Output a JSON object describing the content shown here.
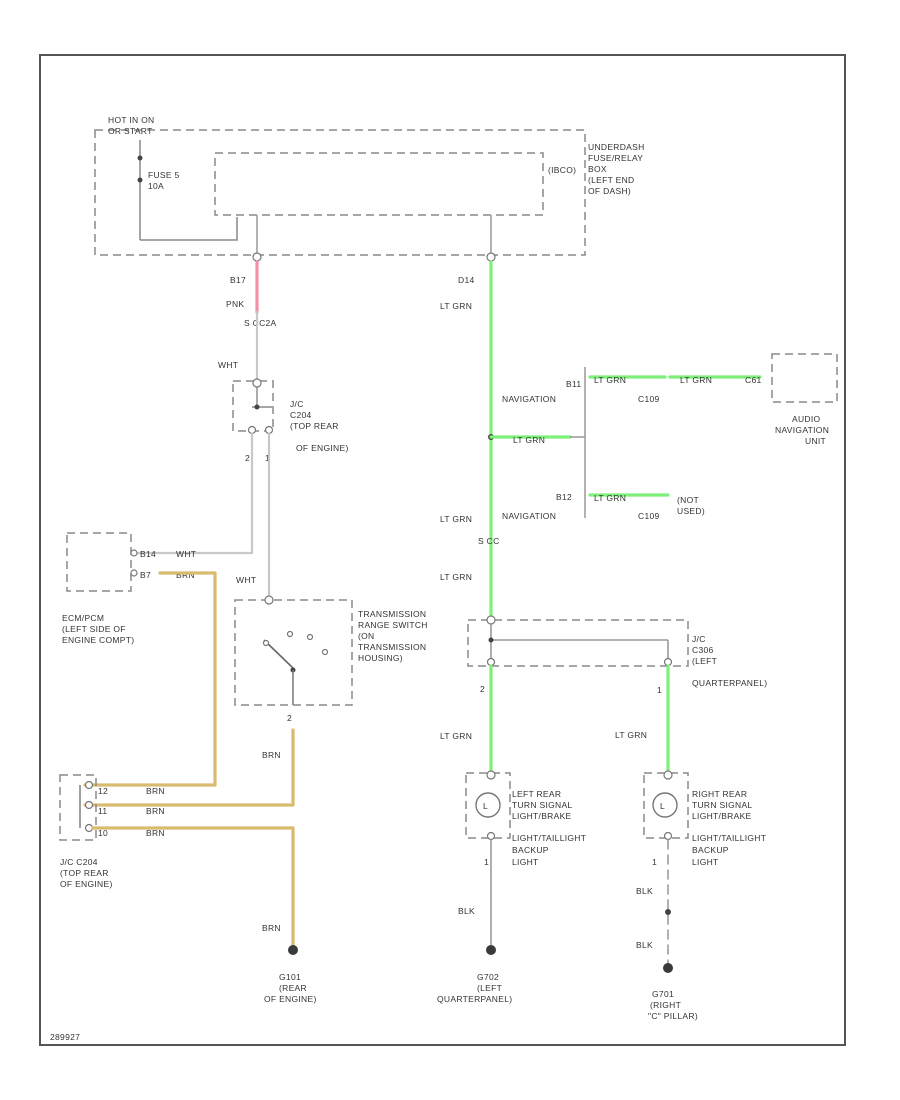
{
  "diagram": {
    "footer_code": "289927",
    "fuse_box": {
      "hot_label": [
        "HOT IN ON",
        "OR START"
      ],
      "fuse_label": [
        "FUSE 5",
        "10A"
      ],
      "ref": "(IBCO)",
      "name": [
        "UNDERDASH",
        "FUSE/RELAY",
        "BOX",
        "(LEFT END",
        "OF DASH)"
      ]
    },
    "left_circuit": {
      "pin_top": "B17",
      "wire_pnk": "PNK",
      "splice": "S CC2A",
      "wht": "WHT",
      "jc_top": [
        "J/C",
        "C204",
        "(TOP REAR",
        "OF ENGINE)"
      ],
      "pins_jc": [
        "2",
        "1"
      ],
      "ecm_pin1": "B14",
      "ecm_wire1": "WHT",
      "ecm_pin2": "B7",
      "ecm_wire2": "BRN",
      "ecm_name": [
        "ECM/PCM",
        "(LEFT SIDE OF",
        "ENGINE COMPT)"
      ],
      "trs_wire": "WHT",
      "trs_name": [
        "TRANSMISSION",
        "RANGE SWITCH",
        "(ON",
        "TRANSMISSION",
        "HOUSING)"
      ],
      "trs_pin": "2",
      "brn": "BRN",
      "jc_bottom_pins": [
        "12",
        "11",
        "10"
      ],
      "jc_bottom_wires": [
        "BRN",
        "BRN",
        "BRN"
      ],
      "jc_bottom_name": [
        "J/C C204",
        "(TOP REAR",
        "OF ENGINE)"
      ],
      "ground_wire": "BRN",
      "ground": [
        "G101",
        "(REAR",
        "OF ENGINE)"
      ]
    },
    "center_circuit": {
      "pin_top": "D14",
      "wire": "LT GRN",
      "nav_pin1": "B11",
      "nav_label1": "NAVIGATION",
      "nav_conn1": "C109",
      "nav_wire_branch": "LT GRN",
      "nav_wire_a": "LT GRN",
      "nav_wire_b": "LT GRN",
      "audio_pin": "C61",
      "audio_name": [
        "AUDIO",
        "NAVIGATION",
        "UNIT"
      ],
      "nav_pin2": "B12",
      "nav_label2": "NAVIGATION",
      "nav_conn2": "C109",
      "nav_wire_c": "LT GRN",
      "not_used": [
        "(NOT",
        "USED)"
      ],
      "wire2": "LT GRN",
      "splice2": "S CC",
      "wire3": "LT GRN",
      "jc_name": [
        "J/C",
        "C306",
        "(LEFT",
        "QUARTERPANEL)"
      ],
      "pin_jc": "2",
      "wire4": "LT GRN",
      "lamp_name": [
        "LEFT REAR",
        "TURN SIGNAL",
        "LIGHT/BRAKE",
        "LIGHT/TAILLIGHT",
        "BACKUP",
        "LIGHT"
      ],
      "lamp_pin": "1",
      "blk": "BLK",
      "ground": [
        "G702",
        "(LEFT",
        "QUARTERPANEL)"
      ]
    },
    "right_circuit": {
      "pin": "1",
      "wire": "LT GRN",
      "lamp_name": [
        "RIGHT REAR",
        "TURN SIGNAL",
        "LIGHT/BRAKE",
        "LIGHT/TAILLIGHT",
        "BACKUP",
        "LIGHT"
      ],
      "lamp_pin": "1",
      "blk1": "BLK",
      "blk2": "BLK",
      "ground": [
        "G701",
        "(RIGHT",
        "\"C\" PILLAR)"
      ]
    }
  }
}
